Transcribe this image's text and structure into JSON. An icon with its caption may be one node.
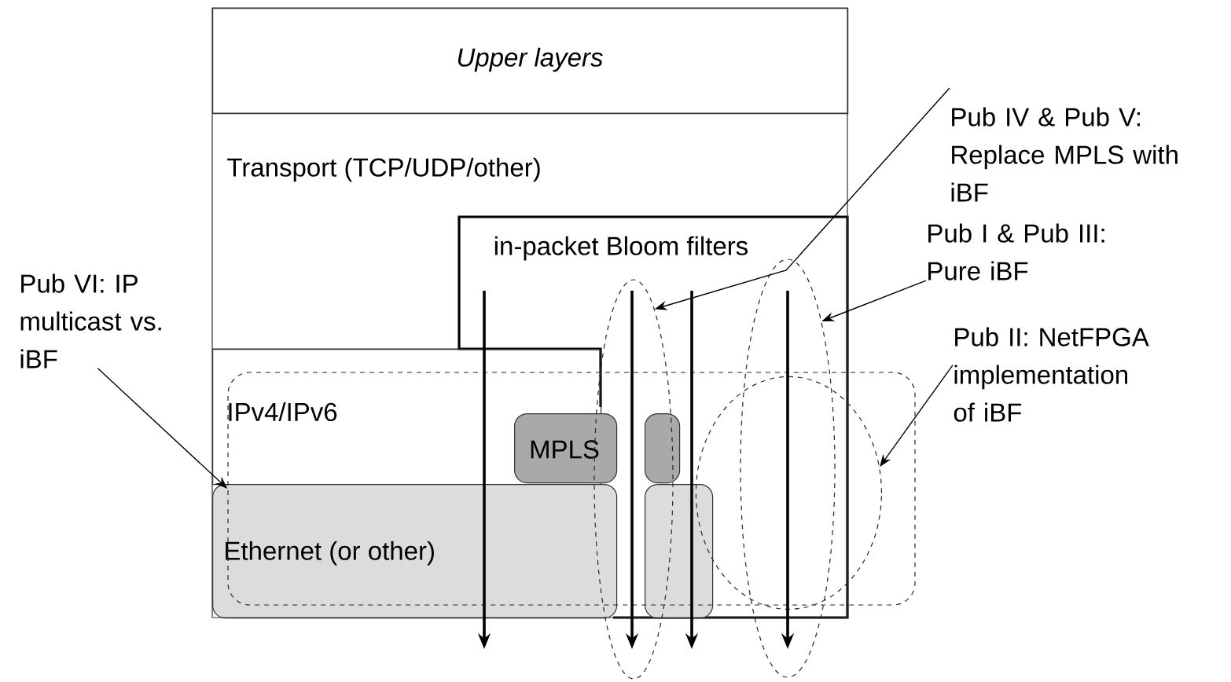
{
  "diagram": {
    "nodes": [
      {
        "text": [
          "Upper layers"
        ]
      },
      {
        "text": [
          "Transport (TCP/UDP/other)"
        ]
      },
      {
        "text": [
          "in-packet Bloom filters"
        ]
      },
      {
        "text": [
          "IPv4/IPv6"
        ]
      },
      {
        "text": [
          "MPLS"
        ]
      },
      {
        "text": [],
        "shape": "box"
      },
      {
        "text": [
          "Ethernet (or other)"
        ]
      },
      {
        "text": [],
        "shape": "box",
        "in": 2
      },
      {
        "text": [],
        "shape": "ellipse"
      },
      {
        "text": [],
        "shape": "ellipse"
      },
      {
        "text": [],
        "shape": "box"
      },
      {
        "text": [],
        "shape": "circle",
        "in": 10
      },
      {
        "text": [
          "Pub IV & Pub V: Replace MPLS with iBF"
        ]
      },
      {
        "text": [
          "Pub I & Pub III: Pure iBF"
        ]
      },
      {
        "text": [
          "Pub II: NetFPGA implementation of iBF"
        ]
      },
      {
        "text": [
          "Pub VI: IP multicast vs. iBF"
        ]
      }
    ],
    "edges": [
      {
        "from": 12,
        "to": 8,
        "arrow": "to"
      },
      {
        "from": 13,
        "to": 9,
        "arrow": "to"
      },
      {
        "from": 14,
        "to": 11,
        "arrow": "to"
      },
      {
        "from": 15,
        "to": 10,
        "arrow": "to"
      }
    ]
  }
}
